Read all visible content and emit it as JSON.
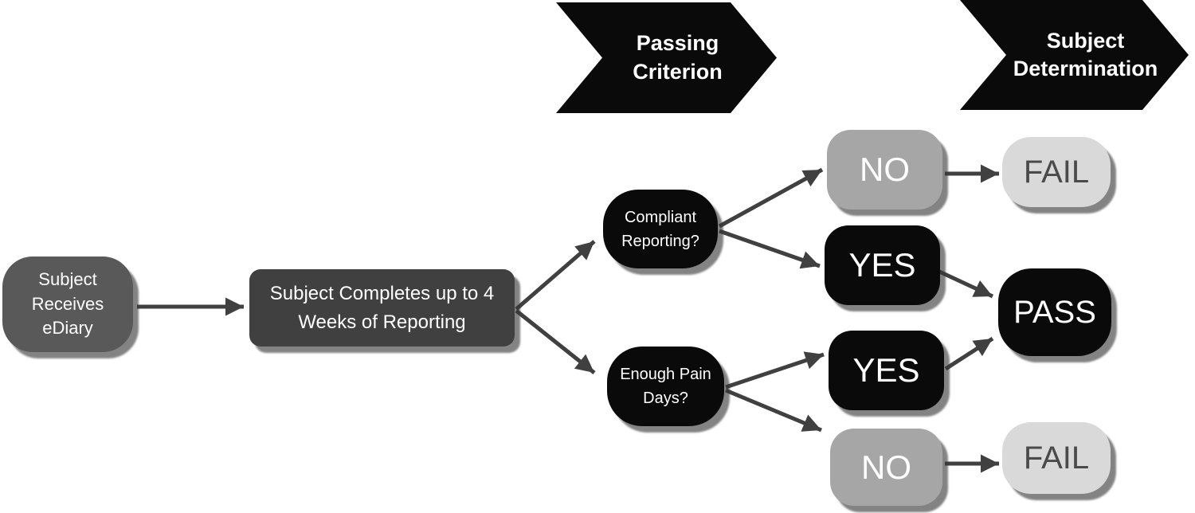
{
  "banners": [
    {
      "id": "passing-criterion",
      "label": "Passing\nCriterion"
    },
    {
      "id": "subject-determination",
      "label": "Subject\nDetermination"
    }
  ],
  "nodes": {
    "receives": {
      "label": "Subject\nReceives\neDiary"
    },
    "completes": {
      "label": "Subject Completes up to 4\nWeeks of Reporting"
    },
    "compliant": {
      "label": "Compliant\nReporting?"
    },
    "pain_days": {
      "label": "Enough Pain\nDays?"
    },
    "no_top": {
      "label": "NO"
    },
    "yes_top": {
      "label": "YES"
    },
    "yes_bottom": {
      "label": "YES"
    },
    "no_bottom": {
      "label": "NO"
    },
    "fail_top": {
      "label": "FAIL"
    },
    "pass": {
      "label": "PASS"
    },
    "fail_bottom": {
      "label": "FAIL"
    }
  },
  "edges": [
    {
      "from": "receives",
      "to": "completes"
    },
    {
      "from": "completes",
      "to": "compliant"
    },
    {
      "from": "completes",
      "to": "pain_days"
    },
    {
      "from": "compliant",
      "to": "no_top"
    },
    {
      "from": "compliant",
      "to": "yes_top"
    },
    {
      "from": "pain_days",
      "to": "yes_bottom"
    },
    {
      "from": "pain_days",
      "to": "no_bottom"
    },
    {
      "from": "no_top",
      "to": "fail_top"
    },
    {
      "from": "yes_top",
      "to": "pass"
    },
    {
      "from": "yes_bottom",
      "to": "pass"
    },
    {
      "from": "no_bottom",
      "to": "fail_bottom"
    }
  ],
  "colors": {
    "background": "#ffffff",
    "banner_fill": "#0a0a0a",
    "receives_fill": "#595959",
    "completes_fill": "#404040",
    "question_fill": "#0a0a0a",
    "yes_pass_fill": "#0a0a0a",
    "no_fill": "#a6a6a6",
    "fail_fill": "#d9d9d9",
    "fail_text": "#4a4a4a",
    "light_text": "#ffffff",
    "arrow": "#404040"
  }
}
